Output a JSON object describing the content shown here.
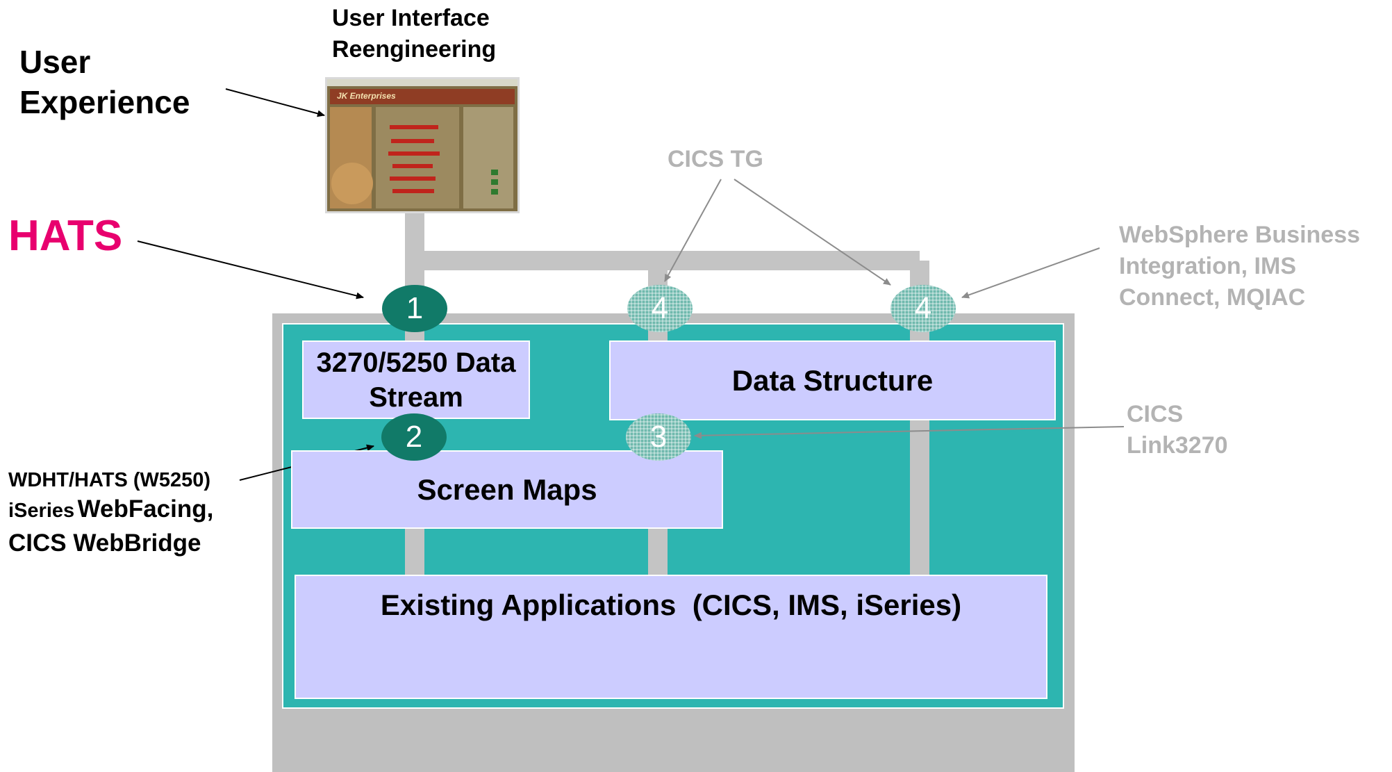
{
  "labels": {
    "user_interface": "User Interface Reengineering",
    "user_experience": "User Experience",
    "hats": "HATS",
    "cics_tg": "CICS TG",
    "websphere": "WebSphere Business Integration, IMS Connect, MQIAC",
    "cics_link": "CICS Link3270",
    "wdht_line1": "WDHT/HATS (W5250)",
    "wdht_line2_small": "iSeries",
    "wdht_line2_big": "WebFacing,",
    "wdht_line3": "CICS WebBridge"
  },
  "thumbnail": {
    "title": "JK Enterprises"
  },
  "boxes": {
    "data_stream": "3270/5250 Data Stream",
    "data_structure": "Data Structure",
    "screen_maps": "Screen Maps",
    "existing_apps": "Existing Applications  (CICS, IMS, iSeries)"
  },
  "nodes": [
    "1",
    "4",
    "4",
    "2",
    "3"
  ],
  "colors": {
    "teal_panel": "#2db5b0",
    "gray_frame": "#bfbfbf",
    "box_fill": "#ccccff",
    "node_dark": "#117a68",
    "hats_pink": "#e8006e",
    "muted_text": "#b3b3b3"
  }
}
